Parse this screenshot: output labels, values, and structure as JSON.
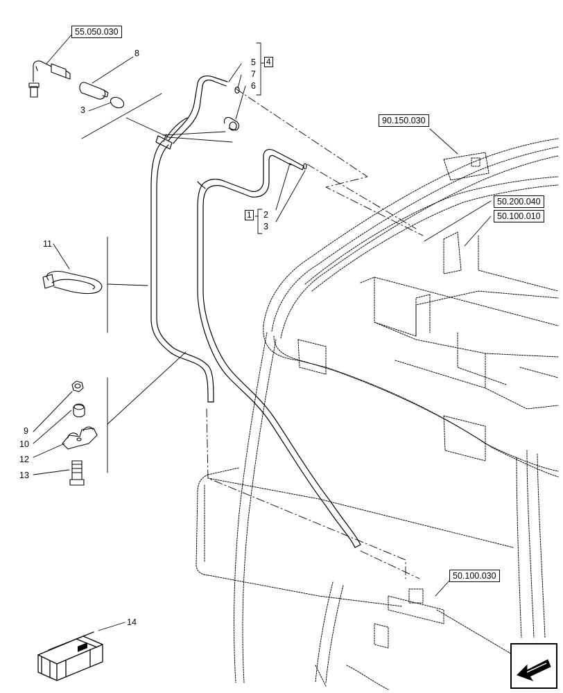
{
  "references": {
    "r1": "55.050.030",
    "r2": "90.150.030",
    "r3": "50.200.040",
    "r4": "50.100.010",
    "r5": "50.100.030"
  },
  "callouts": {
    "c1": "1",
    "c2": "2",
    "c3": "3",
    "c3b": "3",
    "c4": "4",
    "c5": "5",
    "c6": "6",
    "c7": "7",
    "c8": "8",
    "c9": "9",
    "c10": "10",
    "c11": "11",
    "c12": "12",
    "c13": "13",
    "c14": "14"
  },
  "icons": {
    "nav": "next-page-arrow-icon",
    "kit": "parts-crate-icon"
  }
}
